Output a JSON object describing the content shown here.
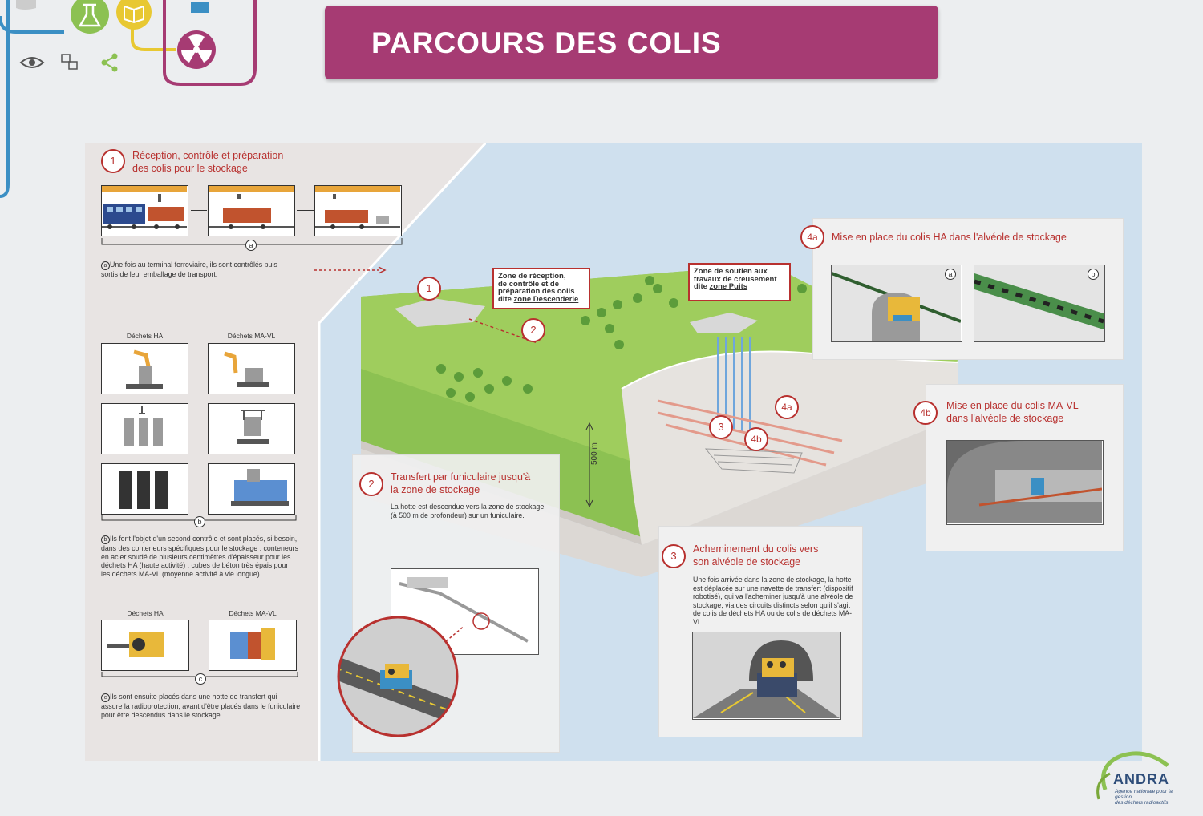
{
  "title": "PARCOURS DES COLIS",
  "colors": {
    "title_bar": "#a63b73",
    "accent": "#b8312f",
    "ground": "#8cc152",
    "sky": "#cfe0ee"
  },
  "section1": {
    "num": "1",
    "title_line1": "Réception, contrôle et préparation",
    "title_line2": "des colis pour le stockage",
    "marker_a": "a",
    "note_a_marker": "a",
    "note_a_line1": "Une fois au terminal ferroviaire, ils sont contrôlés puis",
    "note_a_line2": "sortis de leur emballage de transport."
  },
  "waste": {
    "ha": "Déchets HA",
    "mavl": "Déchets MA-VL",
    "marker_b": "b",
    "note_b_marker": "b",
    "note_b_lines": [
      "Ils font l'objet d'un second contrôle et sont placés, si besoin,",
      "dans des conteneurs spécifiques pour le stockage : conteneurs",
      "en acier soudé de plusieurs centimètres d'épaisseur pour les",
      "déchets HA (haute activité) ; cubes de béton très épais pour",
      "les déchets MA-VL (moyenne activité à vie longue)."
    ],
    "ha2": "Déchets HA",
    "mavl2": "Déchets MA-VL",
    "marker_c": "c",
    "note_c_marker": "c",
    "note_c_lines": [
      "Ils sont ensuite placés dans une hotte de transfert qui",
      "assure la radioprotection, avant d'être placés dans le funiculaire",
      "pour être descendus dans le stockage."
    ]
  },
  "zones": {
    "descenderie_l1": "Zone de réception,",
    "descenderie_l2": "de contrôle et de",
    "descenderie_l3": "préparation des colis",
    "descenderie_l4a": "dite ",
    "descenderie_l4b": "zone Descenderie",
    "puits_l1": "Zone de soutien aux",
    "puits_l2": "travaux de creusement",
    "puits_l3a": "dite ",
    "puits_l3b": "zone Puits"
  },
  "map_markers": {
    "m1": "1",
    "m2": "2",
    "m3": "3",
    "m4a": "4a",
    "m4b": "4b"
  },
  "depth": "500 m",
  "section2": {
    "num": "2",
    "title_line1": "Transfert par funiculaire jusqu'à",
    "title_line2": "la zone de stockage",
    "text_line1": "La hotte est descendue vers la zone de stockage",
    "text_line2": "(à 500 m de profondeur) sur un funiculaire."
  },
  "section3": {
    "num": "3",
    "title_line1": "Acheminement du colis vers",
    "title_line2": "son alvéole de stockage",
    "text_lines": [
      "Une fois arrivée dans la zone de stockage, la hotte",
      "est déplacée sur une navette de transfert (dispositif",
      "robotisé), qui va l'acheminer jusqu'à une alvéole de",
      "stockage, via des circuits distincts selon qu'il s'agit",
      "de colis de déchets HA ou de colis de déchets MA-VL."
    ]
  },
  "section4a": {
    "num": "4a",
    "title": "Mise en place du colis HA dans l'alvéole de stockage",
    "marker_a": "a",
    "marker_b": "b"
  },
  "section4b": {
    "num": "4b",
    "title_line1": "Mise en place du colis MA-VL",
    "title_line2": "dans l'alvéole de stockage"
  },
  "logo": {
    "name": "ANDRA",
    "tagline_l1": "Agence nationale pour la gestion",
    "tagline_l2": "des déchets radioactifs"
  },
  "icons": [
    "flask-icon",
    "book-icon",
    "radiation-icon",
    "eye-icon",
    "network-icon",
    "share-icon",
    "computer-icon"
  ]
}
